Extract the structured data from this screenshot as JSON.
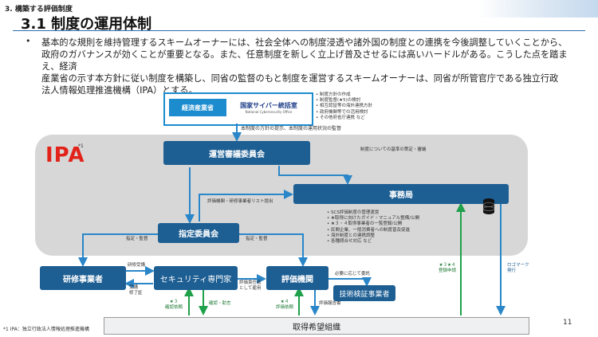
{
  "header": {
    "section": "3. 構築する評価制度",
    "title": "3.1 制度の運用体制"
  },
  "bullet": {
    "lines": [
      "基本的な規則を維持管理するスキームオーナーには、社会全体への制度浸透や諸外国の制度との連携を今後調整していくことから、",
      "政府のガバナンスが効くことが重要となる。また、任意制度を新しく立上げ普及させるには高いハードルがある。こうした点を踏まえ、経済",
      "産業省の示す本方針に従い制度を構築し、同省の監督のもと制度を運営するスキームオーナーは、同省が所管官庁である独立行政",
      "法人情報処理推進機構（IPA）とする。"
    ]
  },
  "ministry": {
    "meti": "経済産業省",
    "nisc": "国家サイバー統括室",
    "nisc_sub": "National Cybersecurity Office",
    "tasks": [
      "制度方針の作成",
      "制度監督(★5)の検討",
      "相互認証等の海外連携方針",
      "政府機関等での活用検討",
      "その他府省庁連携 など"
    ]
  },
  "ipa": {
    "logo": "IPA",
    "sup": "*1"
  },
  "labels": {
    "policy": "本制度の方針の提示、本制度の運用状況の監督",
    "council_note": "制度についての基準の策定・審議",
    "list_submit": "評価機関・研修事業者リスト提出",
    "designate_left": "指定・監督",
    "designate_right": "指定・監督",
    "training_attend": "研修受講",
    "training_done": "受講\n修了証",
    "eval_resp": "評価責任者\nとして雇用",
    "on_demand": "必要に応じて委託",
    "confirm_req": "★３\n確認依頼",
    "confirm": "確認・助言",
    "eval_req": "★４\n評価依頼",
    "eval_report": "評価報告書",
    "register_req": "★３★４\n登録申請",
    "logo_issue": "ロゴマーク\n発行"
  },
  "nodes": {
    "council": "運営審議委員会",
    "secretariat": "事務局",
    "designation": "指定委員会",
    "training": "研修事業者",
    "specialist": "セキュリティ専門家",
    "evaluator": "評価機関",
    "verifier": "技術検証事業者",
    "applicant": "取得希望組織"
  },
  "secretariat_tasks": [
    "SCS評価制度の管理運営",
    "★取得に向けたガイド・マニュアル整備/公開",
    "★３・４取得事業者の一覧登録/公開",
    "民間企業、一般消費者への制度普及促進",
    "海外制度との連携調整",
    "各種問合せ対応 など"
  ],
  "footer": {
    "footnote": "*1 IPA：独立行政法人情報処理推進機構",
    "page": "11"
  },
  "colors": {
    "node": "#1d5e93",
    "arrow_blue": "#2a86c8",
    "arrow_green": "#1fa04a",
    "ipa_red": "#e2231a"
  }
}
